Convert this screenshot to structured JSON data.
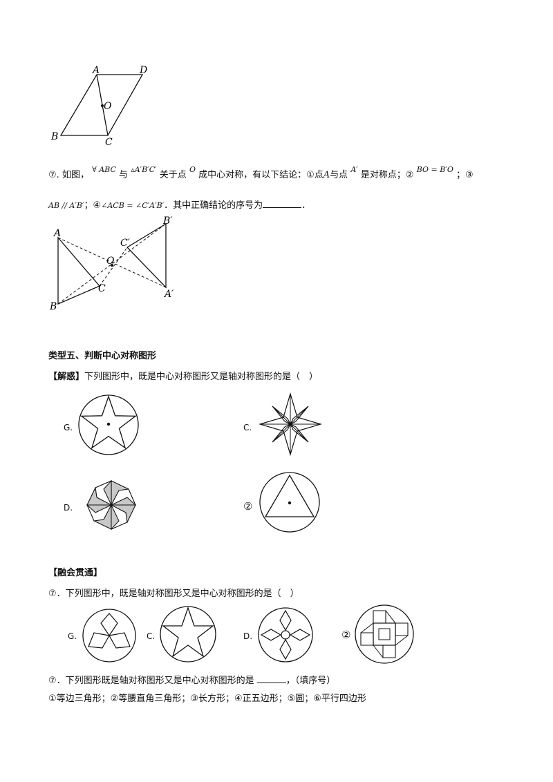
{
  "fig1": {
    "labels": {
      "A": "A",
      "D": "D",
      "O": "O",
      "B": "B",
      "C": "C"
    }
  },
  "q1": {
    "num": "⑦.",
    "t1": "如图，",
    "m1": "∀ ABC",
    "t2": "与",
    "m2": "▵A′B′C′",
    "t3": "关于点",
    "m3": "O",
    "t4": "成中心对称，有以下结论：①点",
    "m4": "A",
    "t5": "与点",
    "m5": "A′",
    "t6": "是对称点；②",
    "m6": "BO = B′O",
    "t7": "；③",
    "m7": "AB // A′B′",
    "t8": "；④",
    "m8": "∠ACB = ∠C′A′B′",
    "t9": "．其中正确结论的序号为",
    "t10": "．"
  },
  "fig2": {
    "labels": {
      "A": "A",
      "Bp": "B′",
      "Cp": "C′",
      "O": "O",
      "C": "C",
      "Ap": "A′",
      "B": "B"
    }
  },
  "section": {
    "title": "类型五、判断中心对称图形",
    "tag": "【解惑】",
    "question": "下列图形中，既是中心对称图形又是轴对称图形的是（　）",
    "opt1": "G.",
    "opt2": "C.",
    "opt3": "D.",
    "opt4": "②"
  },
  "practice": {
    "title": "【融会贯通】",
    "q2": "⑦．下列图形中，既是轴对称图形又是中心对称图形的是（　）",
    "opt1": "G.",
    "opt2": "C.",
    "opt3": "D.",
    "opt4": "②",
    "q3a": "⑦．下列图形既是轴对称图形又是中心对称图形的是",
    "q3b": "，（填序号）",
    "q3list": "①等边三角形；②等腰直角三角形；③长方形；④正五边形；⑤圆；⑥平行四边形"
  }
}
